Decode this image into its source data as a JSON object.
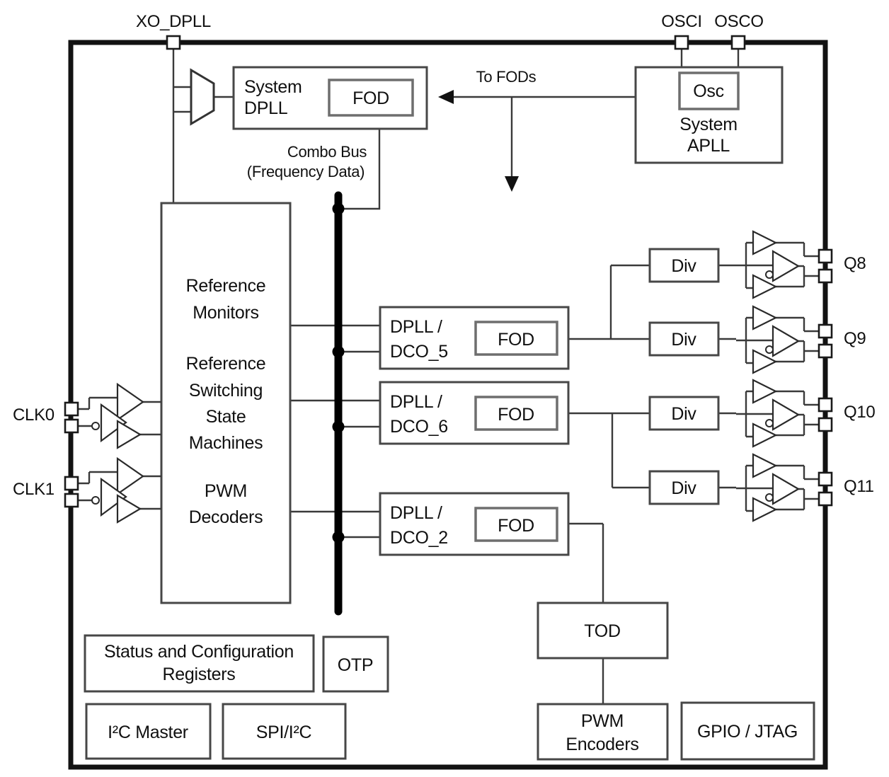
{
  "diagram": {
    "pins": {
      "xo_dpll": "XO_DPLL",
      "osci": "OSCI",
      "osco": "OSCO",
      "clk0": "CLK0",
      "clk1": "CLK1",
      "q8": "Q8",
      "q9": "Q9",
      "q10": "Q10",
      "q11": "Q11"
    },
    "labels": {
      "to_fods": "To FODs",
      "combo_bus_line1": "Combo Bus",
      "combo_bus_line2": "(Frequency Data)"
    },
    "blocks": {
      "system_dpll": {
        "line1": "System",
        "line2": "DPLL",
        "fod": "FOD"
      },
      "system_apll": {
        "osc": "Osc",
        "line1": "System",
        "line2": "APLL"
      },
      "ref_block": {
        "lines": [
          "Reference",
          "Monitors",
          "Reference",
          "Switching",
          "State",
          "Machines",
          "PWM",
          "Decoders"
        ]
      },
      "dco5": {
        "line1": "DPLL /",
        "line2": "DCO_5",
        "fod": "FOD"
      },
      "dco6": {
        "line1": "DPLL /",
        "line2": "DCO_6",
        "fod": "FOD"
      },
      "dco2": {
        "line1": "DPLL /",
        "line2": "DCO_2",
        "fod": "FOD"
      },
      "divs": [
        "Div",
        "Div",
        "Div",
        "Div"
      ],
      "tod": "TOD",
      "pwm_encoders": {
        "line1": "PWM",
        "line2": "Encoders"
      },
      "gpio_jtag": "GPIO / JTAG",
      "status_cfg": {
        "line1": "Status and Configuration",
        "line2": "Registers"
      },
      "otp": "OTP",
      "i2c_master": "I²C Master",
      "spi_i2c": "SPI/I²C"
    },
    "colors": {
      "line": "#3a3a3a",
      "box_border": "#474747",
      "bus": "#000000",
      "text": "#101010",
      "background": "#ffffff"
    }
  }
}
